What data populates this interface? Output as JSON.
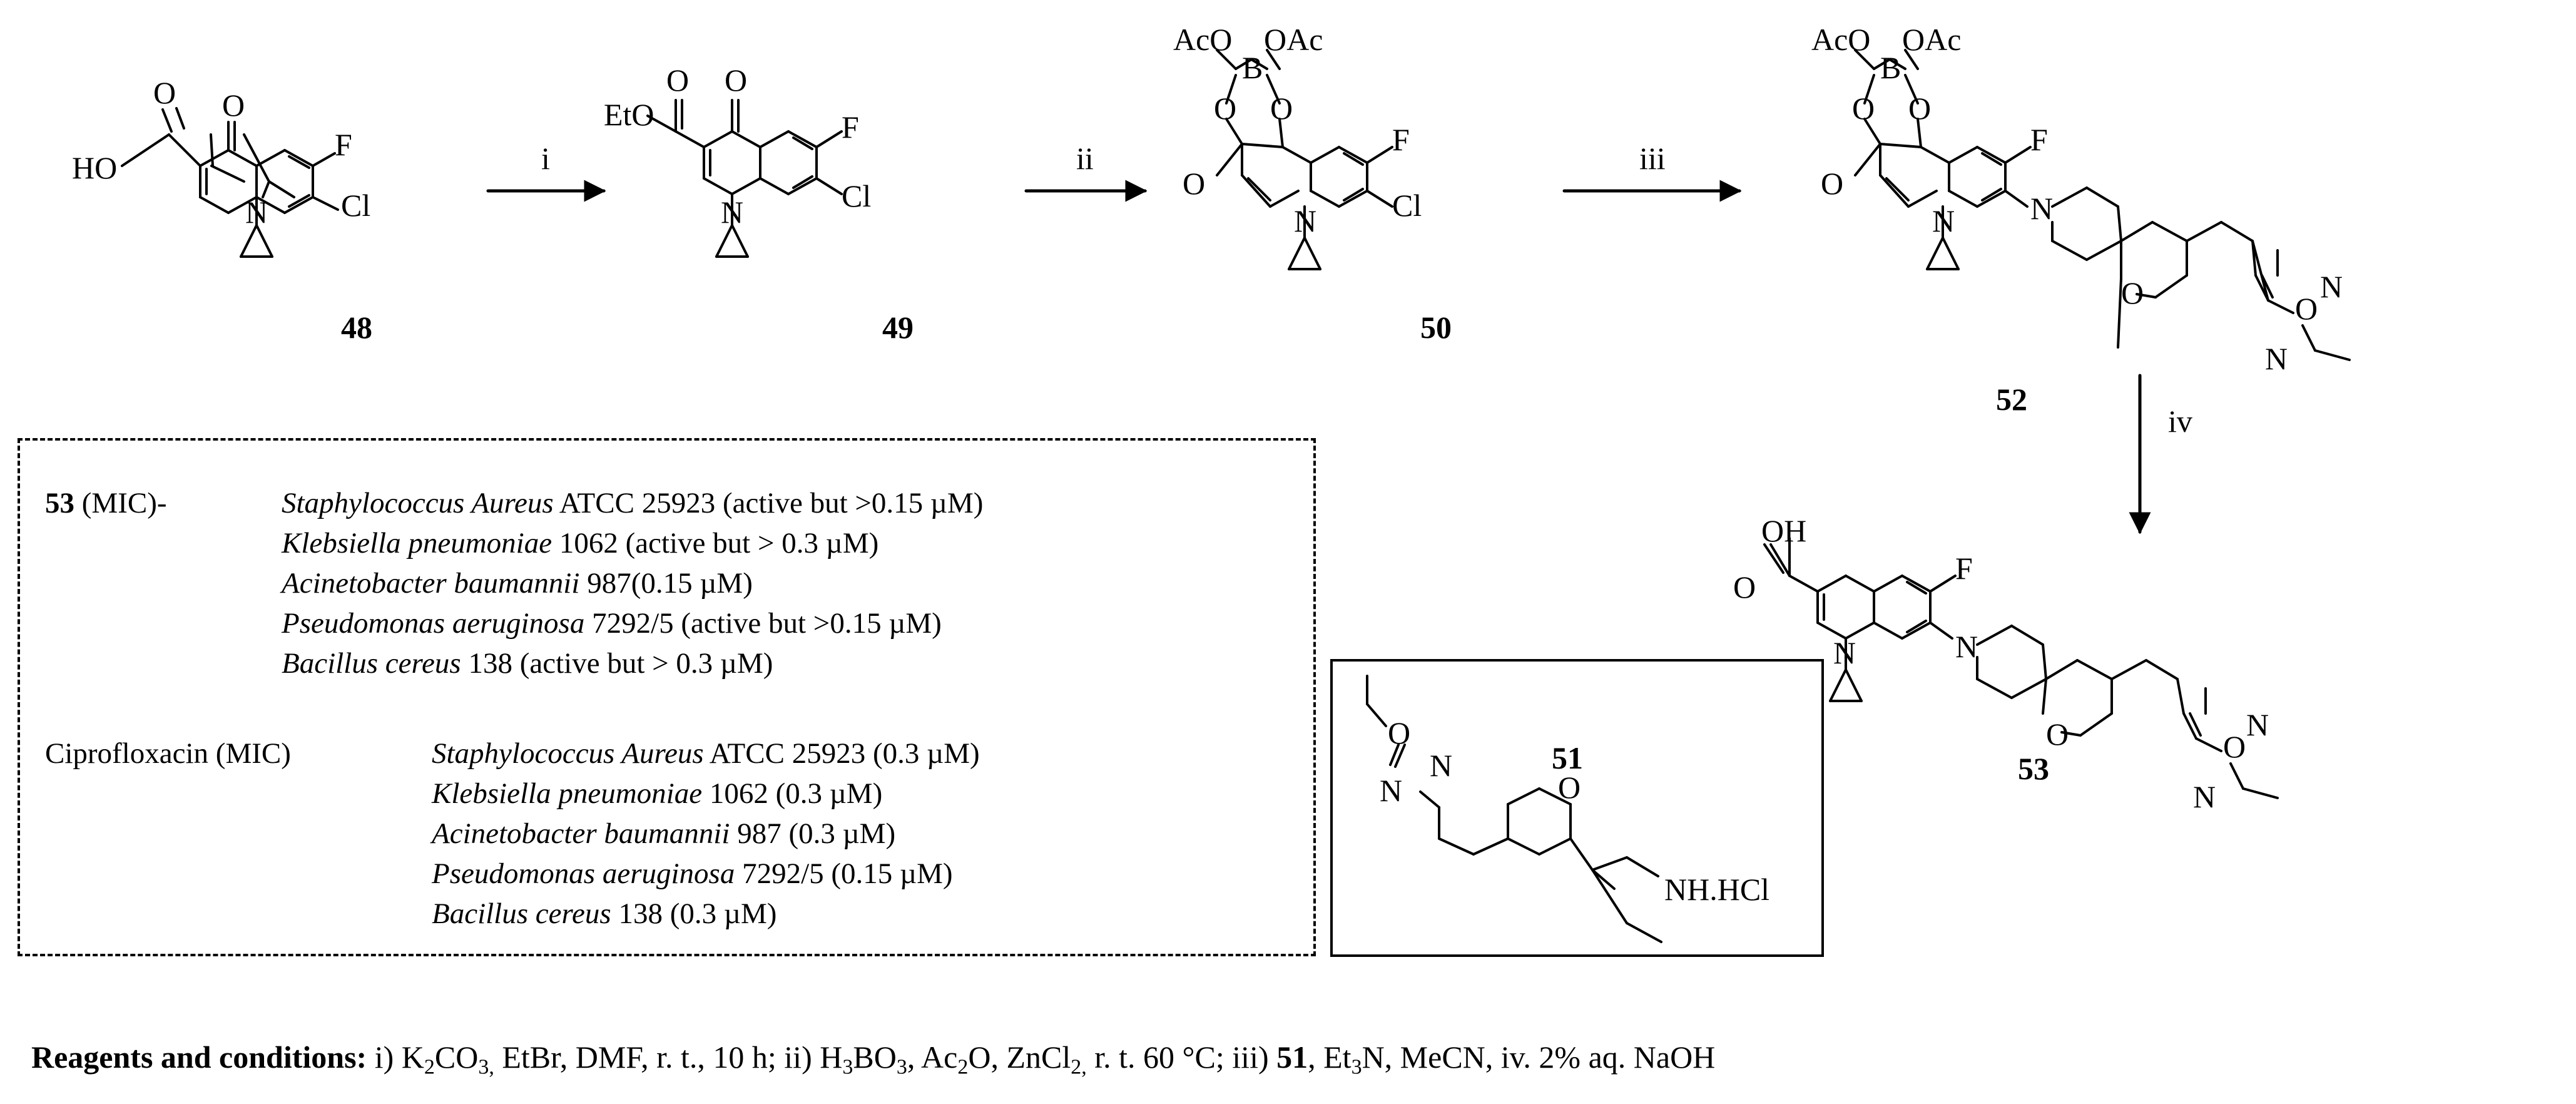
{
  "compounds": {
    "c48": "48",
    "c49": "49",
    "c50": "50",
    "c51": "51",
    "c52": "52",
    "c53": "53"
  },
  "arrows": {
    "step1": "i",
    "step2": "ii",
    "step3": "iii",
    "step4": "iv"
  },
  "atoms": {
    "HO": "HO",
    "O": "O",
    "F": "F",
    "Cl": "Cl",
    "N": "N",
    "EtO": "EtO",
    "AcO": "AcO",
    "OAc": "OAc",
    "B": "B",
    "OH": "OH",
    "NH_HCl": "NH.HCl"
  },
  "mic": {
    "compound_label": "53",
    "compound_suffix": " (MIC)-",
    "compound_results": [
      {
        "organism": "Staphylococcus Aureus",
        "value": " ATCC 25923  (active but >0.15 µM)"
      },
      {
        "organism": "Klebsiella pneumoniae",
        "value": " 1062 (active but > 0.3 µM)"
      },
      {
        "organism": "Acinetobacter baumannii",
        "value": " 987(0.15 µM)"
      },
      {
        "organism": "Pseudomonas aeruginosa",
        "value": " 7292/5  (active but >0.15 µM)"
      },
      {
        "organism": "Bacillus cereus",
        "value": " 138  (active but > 0.3 µM)"
      }
    ],
    "reference_label": "Ciprofloxacin (MIC)",
    "reference_results": [
      {
        "organism": "Staphylococcus Aureus",
        "value": " ATCC 25923 (0.3 µM)"
      },
      {
        "organism": "Klebsiella pneumoniae",
        "value": " 1062 (0.3 µM)"
      },
      {
        "organism": "Acinetobacter baumannii",
        "value": " 987 (0.3 µM)"
      },
      {
        "organism": "Pseudomonas aeruginosa",
        "value": " 7292/5  (0.15 µM)"
      },
      {
        "organism": "Bacillus cereus",
        "value": " 138  (0.3 µM)"
      }
    ]
  },
  "reagents": {
    "heading": "Reagents and conditions:",
    "p1": " i) K",
    "s1": "2",
    "p2": "CO",
    "s2": "3,",
    "p3": " EtBr, DMF, r. t., 10 h; ii) H",
    "s3": "3",
    "p4": "BO",
    "s4": "3",
    "p5": ", Ac",
    "s5": "2",
    "p6": "O, ZnCl",
    "s6": "2,",
    "p7": " r. t. 60 °C; iii) ",
    "b7": "51",
    "p8": ", Et",
    "s8": "3",
    "p9": "N, MeCN, iv. 2% aq. NaOH"
  }
}
